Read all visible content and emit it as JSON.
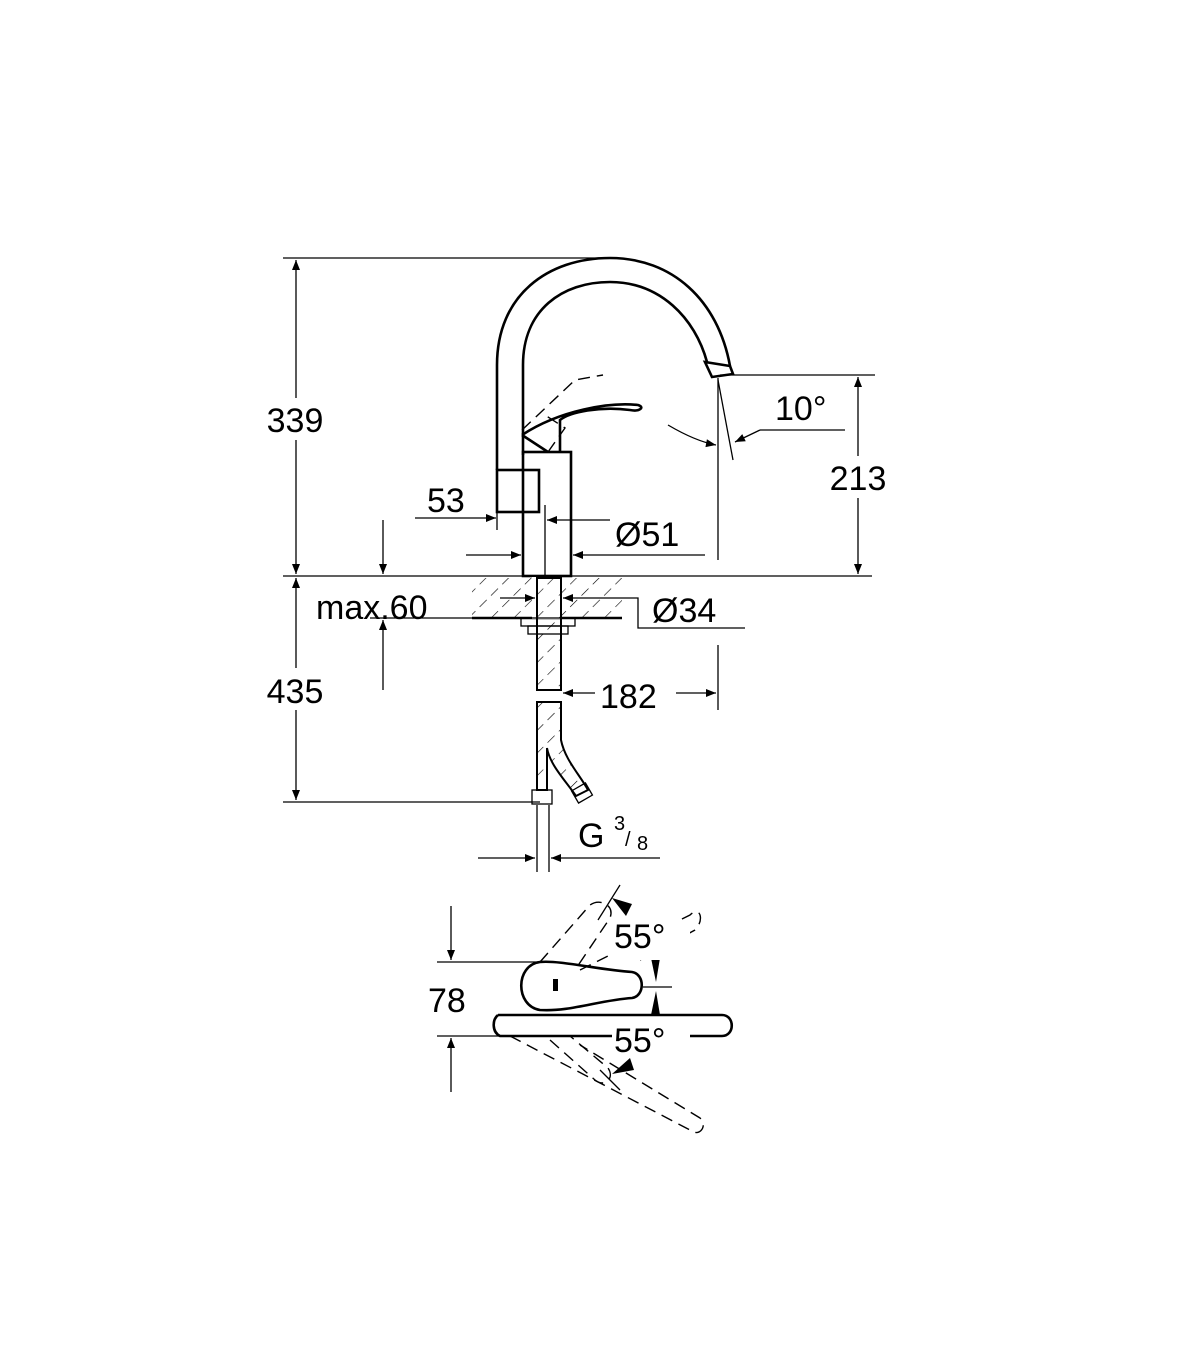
{
  "dimensions": {
    "total_height_above_deck": "339",
    "spout_outlet_height": "213",
    "spout_angle": "10°",
    "lever_offset": "53",
    "body_diameter": "Ø51",
    "deck_thickness": "max.60",
    "hole_diameter": "Ø34",
    "hose_length": "435",
    "spout_reach": "182",
    "connection_thread_prefix": "G",
    "connection_thread_num": "3",
    "connection_thread_den": "8",
    "lever_height": "78",
    "lever_swing_up": "55°",
    "lever_swing_down": "55°"
  }
}
